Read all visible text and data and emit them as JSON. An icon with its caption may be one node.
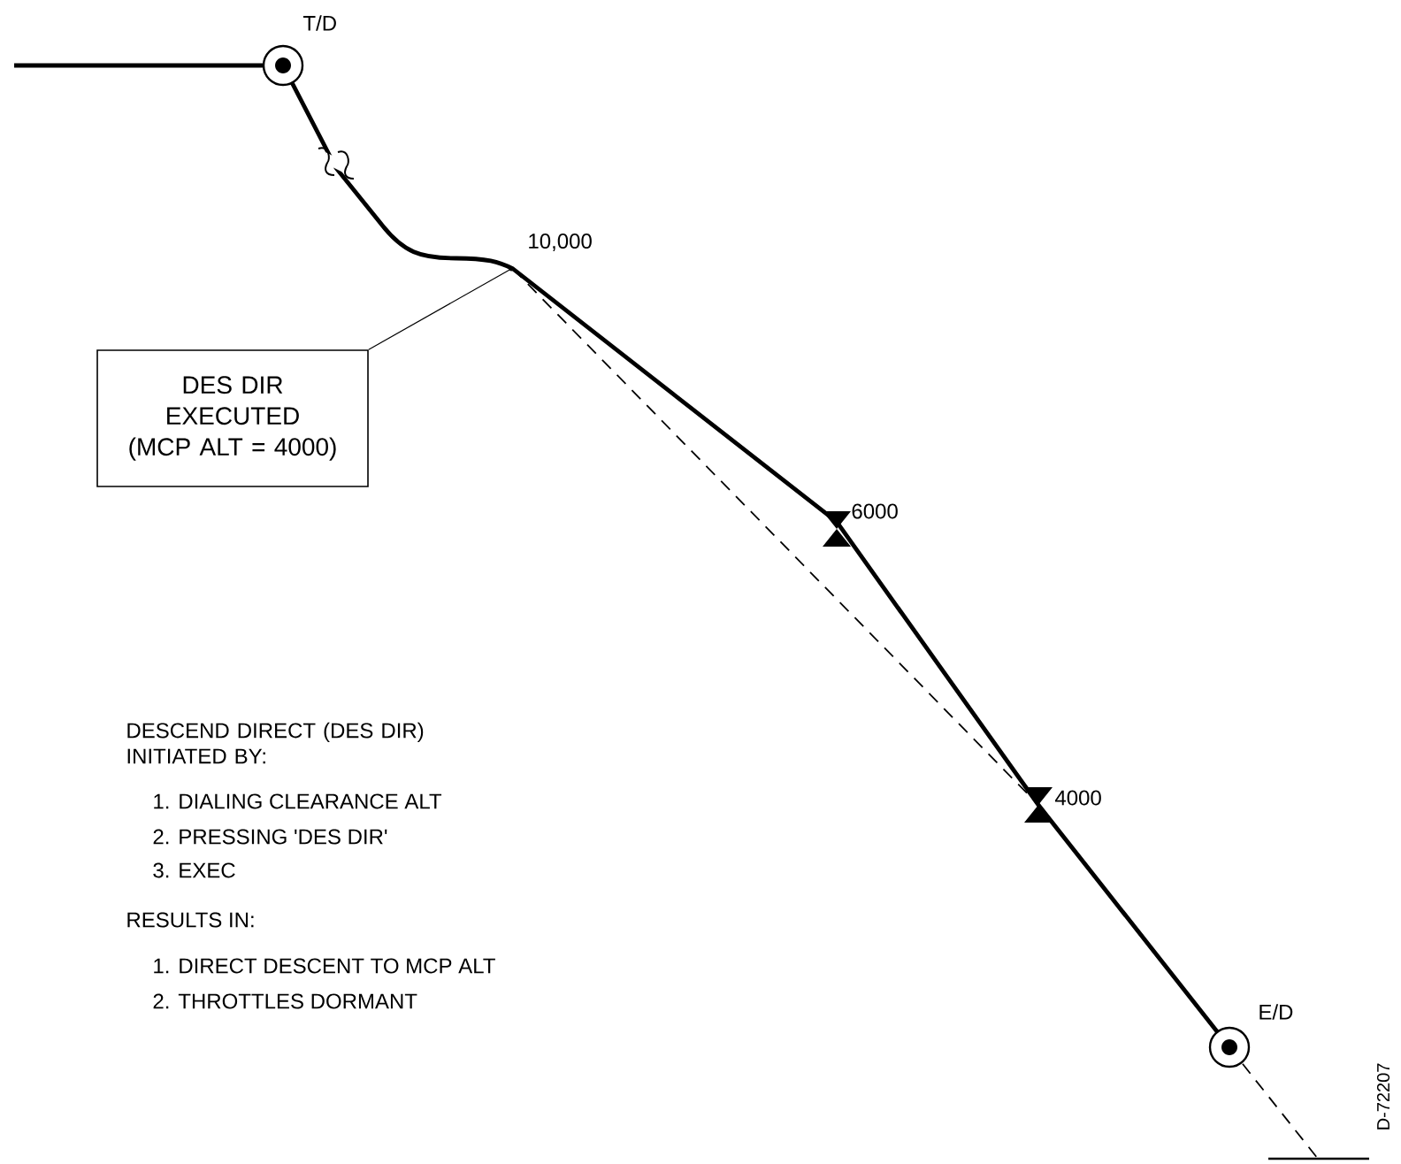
{
  "diagram": {
    "nodes": [
      {
        "text": [
          "DES DIR EXECUTED (MCP ALT = 4000)"
        ]
      },
      {
        "text": [],
        "shape": "point"
      }
    ],
    "edges": [
      {
        "from": 0,
        "to": 1,
        "arrow": "none"
      }
    ],
    "labels": [
      "T/D",
      "10,000",
      "6000",
      "4000",
      "E/D",
      "DESCEND DIRECT (DES DIR) INITIATED BY:",
      "1. DIALING CLEARANCE ALT",
      "2. PRESSING 'DES DIR'",
      "3. EXEC",
      "RESULTS IN:",
      "1. DIRECT DESCENT TO MCP ALT",
      "2. THROTTLES DORMANT",
      "D-72207"
    ]
  }
}
